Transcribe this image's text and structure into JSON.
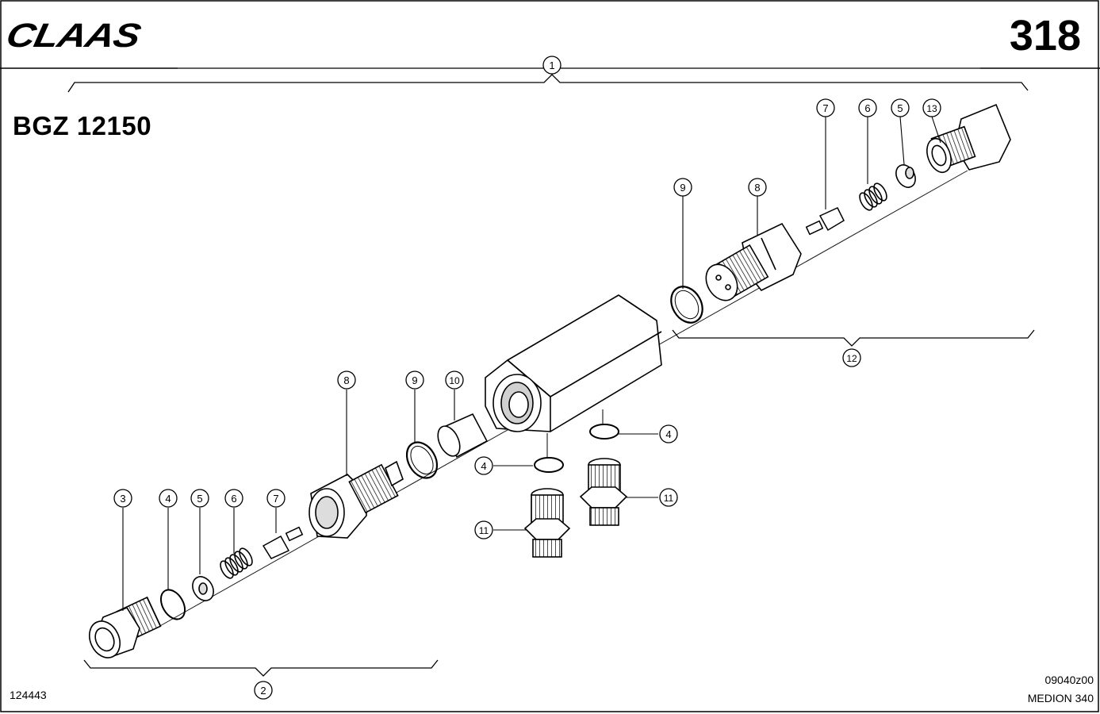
{
  "header": {
    "logo_text": "CLAAS",
    "page_number": "318"
  },
  "document": {
    "title": "BGZ 12150",
    "doc_number": "124443",
    "drawing_code": "09040z00",
    "machine_model": "MEDION 340"
  },
  "callouts": {
    "assembly": "1",
    "sub_left": "2",
    "sub_right": "12",
    "fitting_left": "3",
    "oring": "4",
    "disc": "5",
    "spring": "6",
    "pin": "7",
    "valve_body": "8",
    "seal_ring": "9",
    "sleeve": "10",
    "adapter": "11",
    "fitting_right": "13"
  },
  "colors": {
    "ink": "#000000",
    "paper": "#ffffff",
    "shade": "#d8d8d8"
  }
}
